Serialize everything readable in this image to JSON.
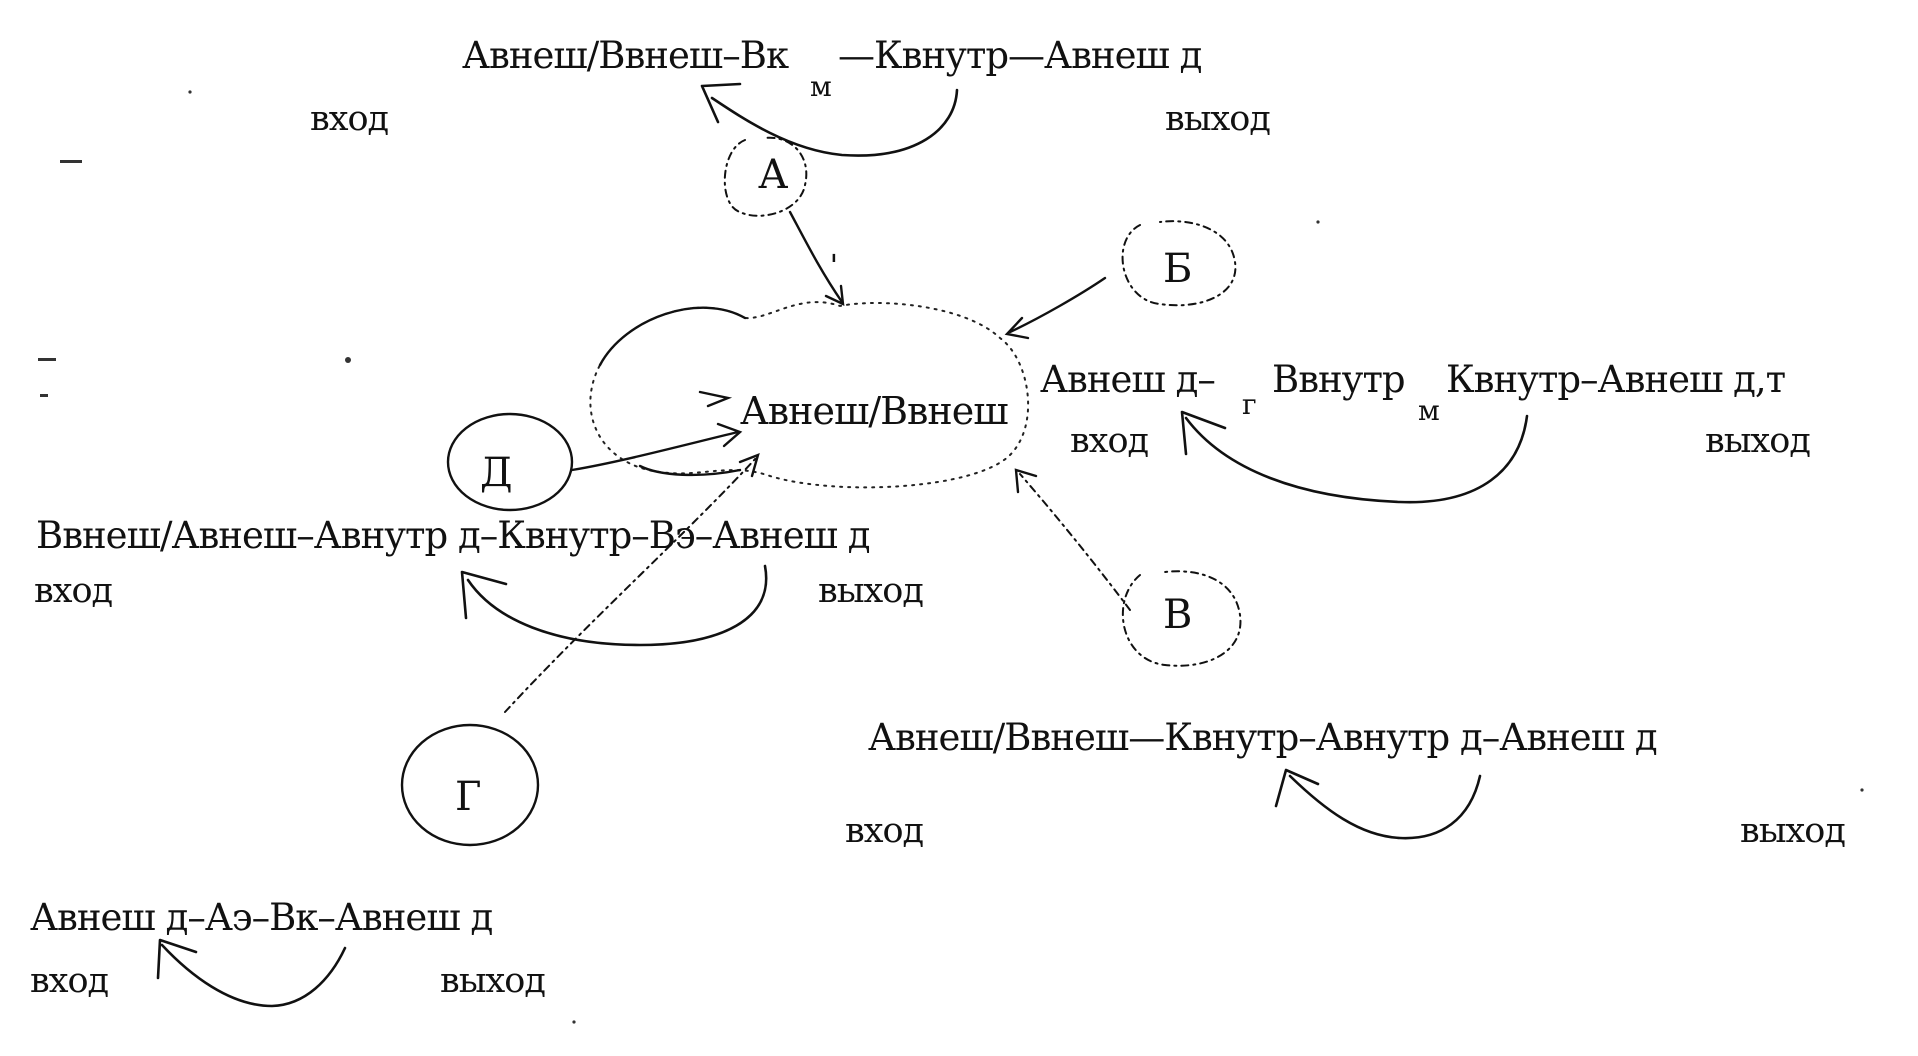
{
  "center": {
    "label": "Авнеш/Ввнеш"
  },
  "nodes": [
    {
      "id": "A",
      "label": "А"
    },
    {
      "id": "B",
      "label": "Б"
    },
    {
      "id": "V",
      "label": "В"
    },
    {
      "id": "G",
      "label": "Г"
    },
    {
      "id": "D",
      "label": "Д"
    }
  ],
  "formulas": {
    "A": {
      "part1": "Авнеш/Ввнеш–Вк",
      "sub": "м",
      "part2": "—Квнутр—Авнеш д",
      "in_label": "вход",
      "out_label": "выход"
    },
    "B": {
      "part1": "Авнеш д–",
      "sub1": "г",
      "part2": "Ввнутр",
      "sub2": "м",
      "part3": "Квнутр–Авнеш д,т",
      "in_label": "вход",
      "out_label": "выход"
    },
    "V": {
      "text": "Авнеш/Ввнеш—Квнутр–Авнутр д–Авнеш д",
      "in_label": "вход",
      "out_label": "выход"
    },
    "G": {
      "text": "Авнеш д–Аэ–Вк–Авнеш д",
      "in_label": "вход",
      "out_label": "выход"
    },
    "D": {
      "text": "Ввнеш/Авнеш–Авнутр д–Квнутр–Вэ–Авнеш д",
      "in_label": "вход",
      "out_label": "выход"
    }
  }
}
